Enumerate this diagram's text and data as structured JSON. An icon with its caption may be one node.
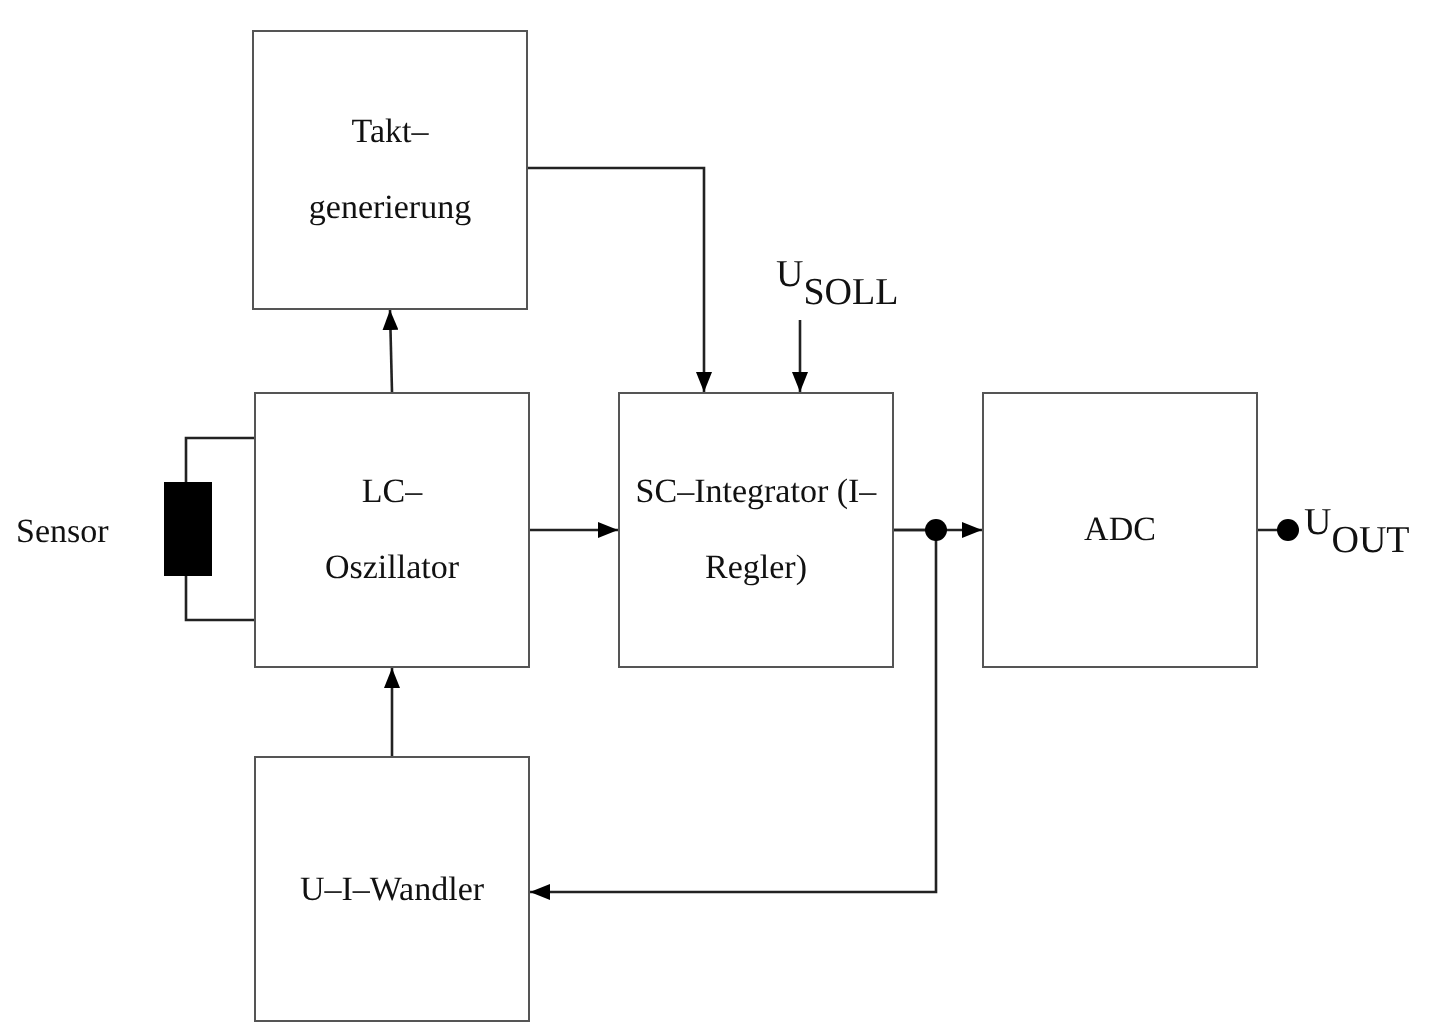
{
  "diagram": {
    "nodes": [
      {
        "text": [
          "Takt– generierung"
        ]
      },
      {
        "text": [
          "LC– Oszillator"
        ]
      },
      {
        "text": [
          "SC–Integrator (I–Regler)"
        ]
      },
      {
        "text": [
          "ADC"
        ]
      },
      {
        "text": [
          "U–I–Wandler"
        ]
      },
      {
        "text": [],
        "shape": "bar",
        "beside": [
          "Sensor"
        ]
      },
      {
        "text": [
          "U$_{SOLL}$"
        ]
      },
      {
        "text": [
          "U$_{OUT}$"
        ]
      }
    ],
    "edges": [
      {
        "from": 1,
        "to": 0,
        "arrow": "to"
      },
      {
        "from": 0,
        "to": 2,
        "arrow": "to"
      },
      {
        "from": 6,
        "to": 2,
        "arrow": "to"
      },
      {
        "from": 5,
        "to": 1,
        "arrow": "none"
      },
      {
        "from": 5,
        "to": 1,
        "arrow": "none"
      },
      {
        "from": 1,
        "to": 2,
        "arrow": "to"
      },
      {
        "from": 2,
        "to": 3,
        "arrow": "to"
      },
      {
        "from": 2,
        "to": 4,
        "arrow": "to"
      },
      {
        "from": 4,
        "to": 1,
        "arrow": "to"
      },
      {
        "from": 3,
        "to": 7,
        "arrow": "other"
      }
    ]
  }
}
